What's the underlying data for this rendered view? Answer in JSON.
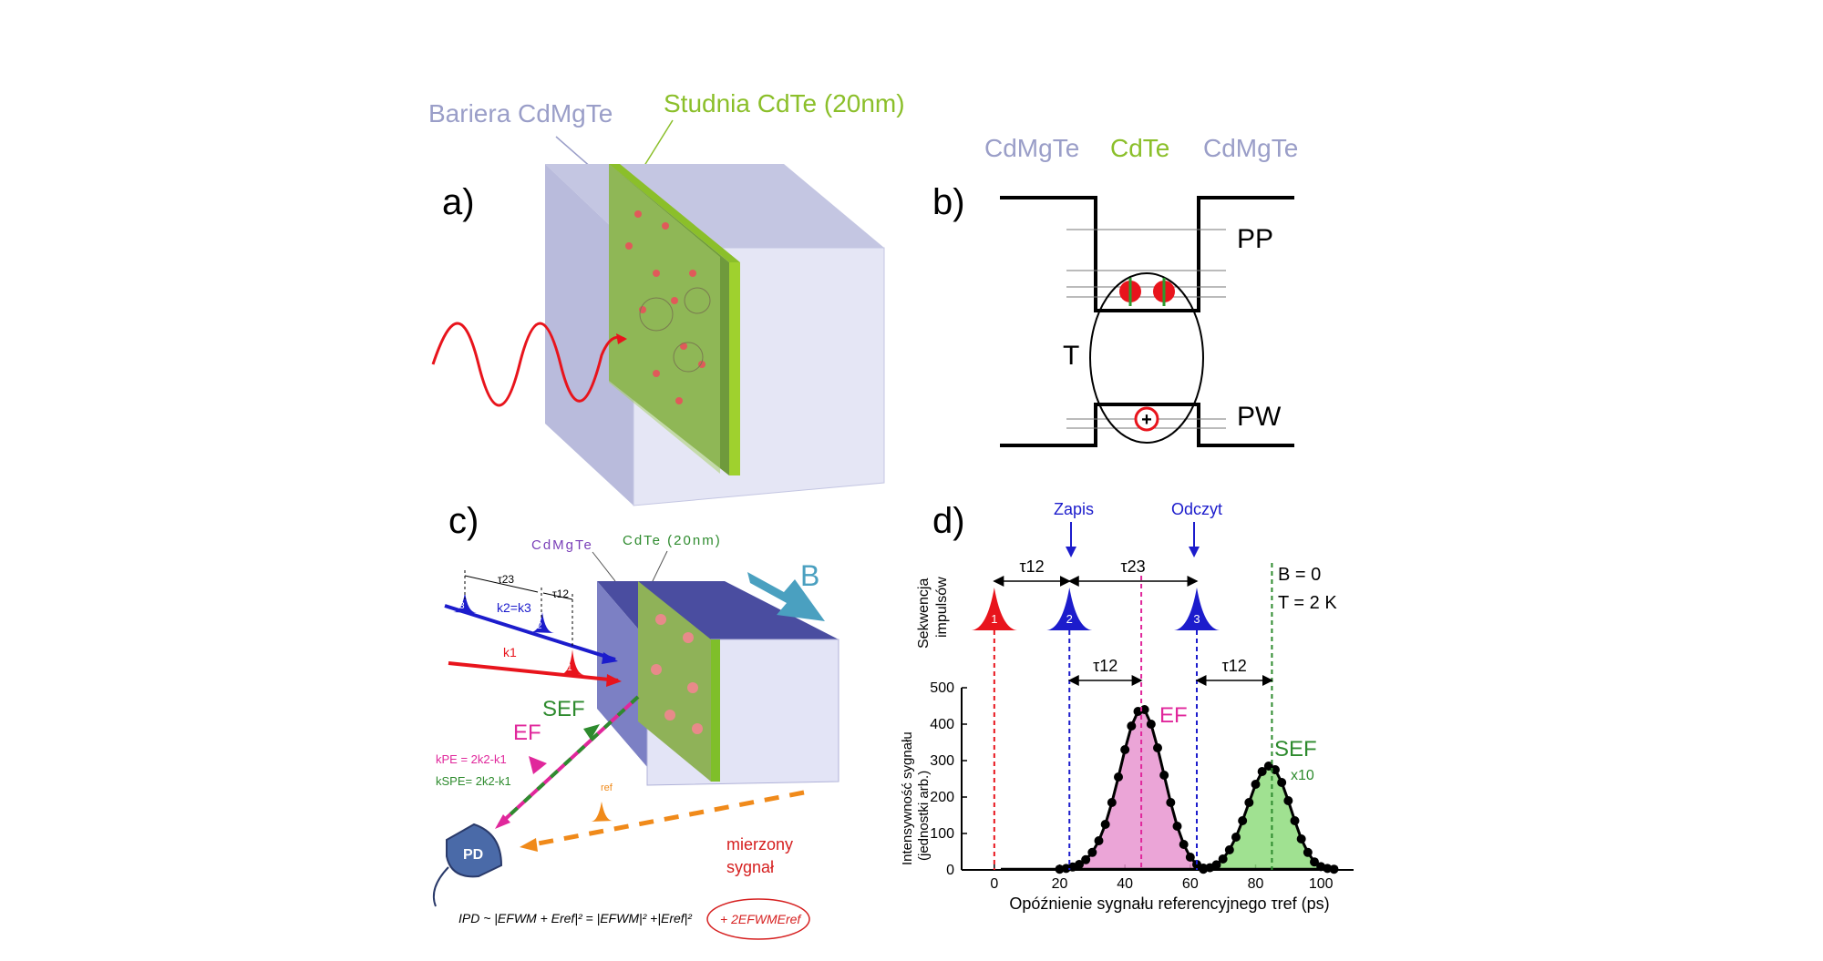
{
  "panel_a": {
    "letter": "a)",
    "barrier_label": "Bariera CdMgTe",
    "well_label": "Studnia CdTe (20nm)"
  },
  "panel_b": {
    "letter": "b)",
    "left_material": "CdMgTe",
    "mid_material": "CdTe",
    "right_material": "CdMgTe",
    "cb_label": "PP",
    "vb_label": "PW",
    "trion_label": "T",
    "hole_symbol": "+"
  },
  "panel_c": {
    "letter": "c)",
    "cdmgte_label": "CdMgTe",
    "cdte_label": "CdTe (20nm)",
    "b_label": "B",
    "tau23": "τ23",
    "tau12": "τ12",
    "k2k3": "k2=k3",
    "k1": "k1",
    "p1": "1",
    "p2": "2",
    "p3": "3",
    "sef": "SEF",
    "ef": "EF",
    "kpe": "kPE = 2k2-k1",
    "kspe": "kSPE= 2k2-k1",
    "ref": "ref",
    "pd": "PD",
    "measured1": "mierzony",
    "measured2": "sygnał",
    "formula_main": "IPD ~ |EFWM + Eref|² = |EFWM|² +|Eref|²",
    "formula_circ": "+ 2EFWMEref"
  },
  "panel_d": {
    "letter": "d)",
    "zapis": "Zapis",
    "odczyt": "Odczyt",
    "tau12": "τ12",
    "tau23": "τ23",
    "seq_label_1": "Sekwencja",
    "seq_label_2": "impulsów",
    "b_cond": "B = 0",
    "t_cond": "T = 2 K",
    "ef": "EF",
    "sef": "SEF",
    "x10": "x10",
    "p1": "1",
    "p2": "2",
    "p3": "3",
    "ylabel_1": "Intensywność sygnału",
    "ylabel_2": "(jednostki arb.)",
    "xlabel": "Opóźnienie sygnału referencyjnego τref (ps)"
  },
  "colors": {
    "red": "#e8141c",
    "blue": "#1c1ccc",
    "green": "#2e8b2e",
    "magenta": "#e0279b",
    "orange": "#f08a1a",
    "lavender": "#9a9ec8",
    "lime": "#8bbf2a"
  },
  "chart_data": {
    "type": "scatter",
    "xlabel": "Opóźnienie sygnału referencyjnego τref (ps)",
    "ylabel": "Intensywność sygnału (jednostki arb.)",
    "xlim": [
      -10,
      110
    ],
    "ylim": [
      0,
      500
    ],
    "xticks": [
      0,
      20,
      40,
      60,
      80,
      100
    ],
    "yticks": [
      0,
      100,
      200,
      300,
      400,
      500
    ],
    "markers": {
      "pulse1": 0,
      "pulse2": 23,
      "pulse3": 62,
      "EF": 45,
      "SEF": 85
    },
    "series": [
      {
        "name": "EF",
        "x": [
          20,
          22,
          24,
          26,
          28,
          30,
          32,
          34,
          36,
          38,
          40,
          42,
          44,
          46,
          48,
          50,
          52,
          54,
          56,
          58,
          60,
          62,
          64
        ],
        "y": [
          2,
          4,
          8,
          15,
          28,
          48,
          80,
          125,
          185,
          255,
          330,
          395,
          435,
          440,
          400,
          335,
          260,
          185,
          120,
          70,
          35,
          15,
          5
        ]
      },
      {
        "name": "SEF",
        "x": [
          64,
          66,
          68,
          70,
          72,
          74,
          76,
          78,
          80,
          82,
          84,
          86,
          88,
          90,
          92,
          94,
          96,
          98,
          100,
          102,
          104
        ],
        "y": [
          2,
          6,
          14,
          30,
          55,
          90,
          135,
          185,
          235,
          270,
          285,
          275,
          240,
          190,
          135,
          85,
          48,
          22,
          9,
          4,
          2
        ]
      }
    ]
  }
}
